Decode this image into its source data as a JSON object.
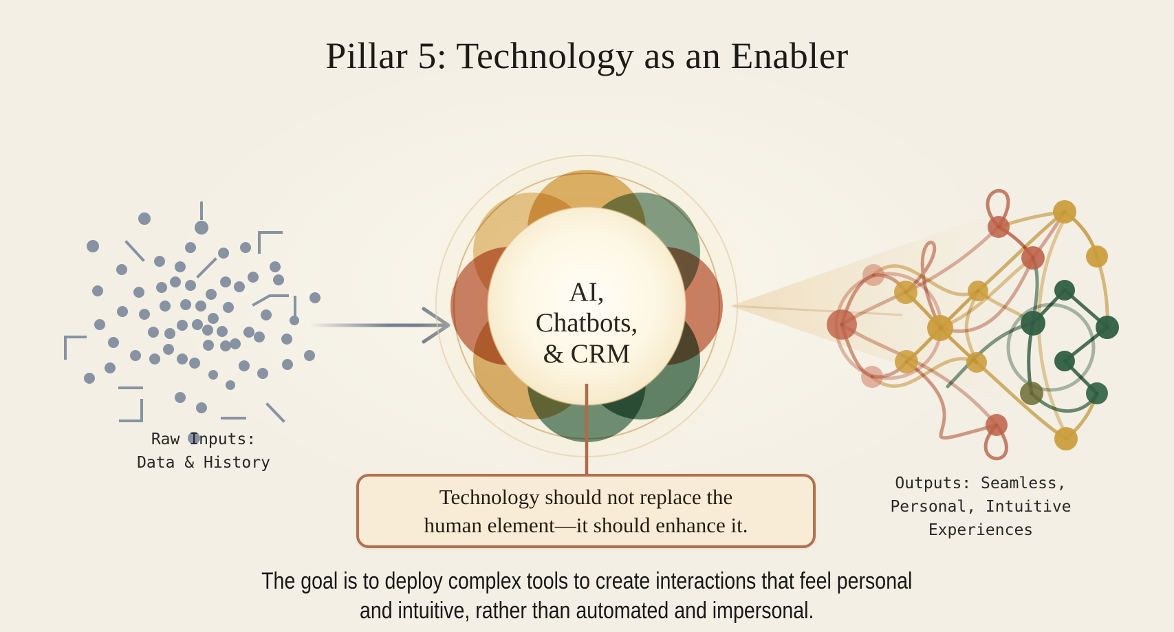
{
  "title": "Pillar 5: Technology as an Enabler",
  "input_label": {
    "line1": "Raw Inputs:",
    "line2": "Data & History"
  },
  "hub": {
    "line1": "AI,",
    "line2": "Chatbots,",
    "line3": "& CRM"
  },
  "output_label": {
    "line1": "Outputs: Seamless,",
    "line2": "Personal, Intuitive",
    "line3": "Experiences"
  },
  "callout": {
    "line1": "Technology should not replace the",
    "line2": "human element—it should enhance it."
  },
  "footer": {
    "line1": "The goal is to deploy complex tools to create interactions that feel personal",
    "line2": "and intuitive, rather than automated and impersonal."
  },
  "colors": {
    "bg": "#f3efe4",
    "ink": "#1d1b17",
    "label": "#282828",
    "dot": "#8793a2",
    "arrow": "#76818f",
    "gold": "#cb9c3b",
    "terracotta": "#bd6046",
    "green": "#2f5f43",
    "ring": "#d7b686",
    "connector": "#b06b4b",
    "callout_border": "#b2714f",
    "callout_bg": "#f8ecd7"
  }
}
